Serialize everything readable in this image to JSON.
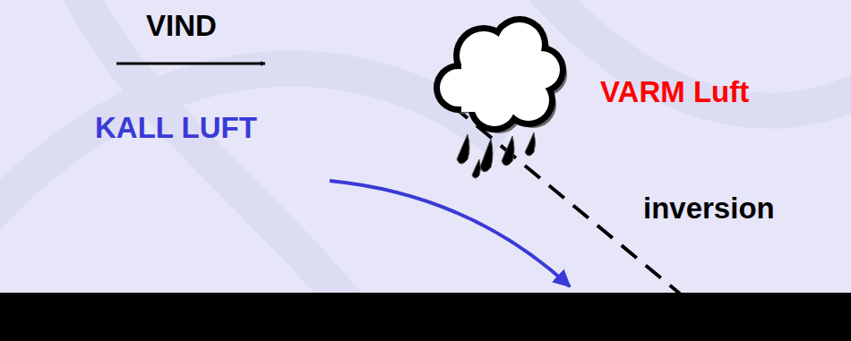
{
  "diagram": {
    "labels": [
      "VIND",
      "KALL LUFT",
      "VARM Luft",
      "inversion"
    ]
  }
}
